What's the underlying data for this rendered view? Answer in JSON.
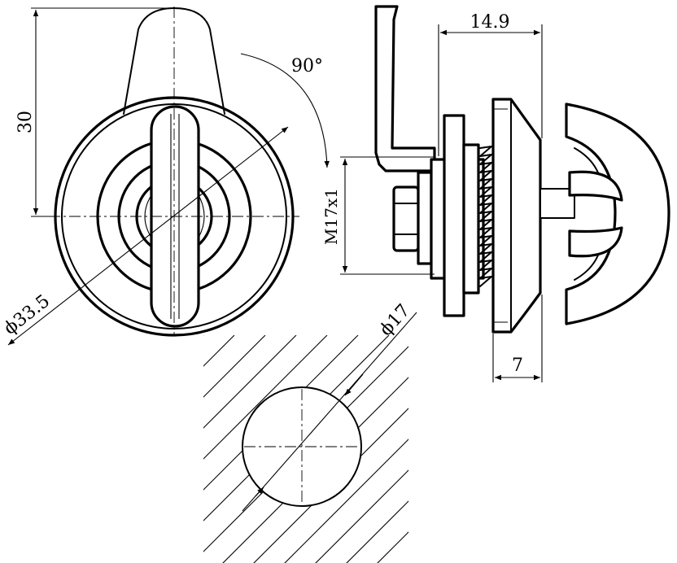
{
  "dimensions": {
    "height": "30",
    "outer_diameter": "ϕ33.5",
    "rotation_angle": "90°",
    "body_length": "14.9",
    "thread": "M17x1",
    "cutout_diameter": "ϕ17",
    "head_thickness": "7"
  }
}
